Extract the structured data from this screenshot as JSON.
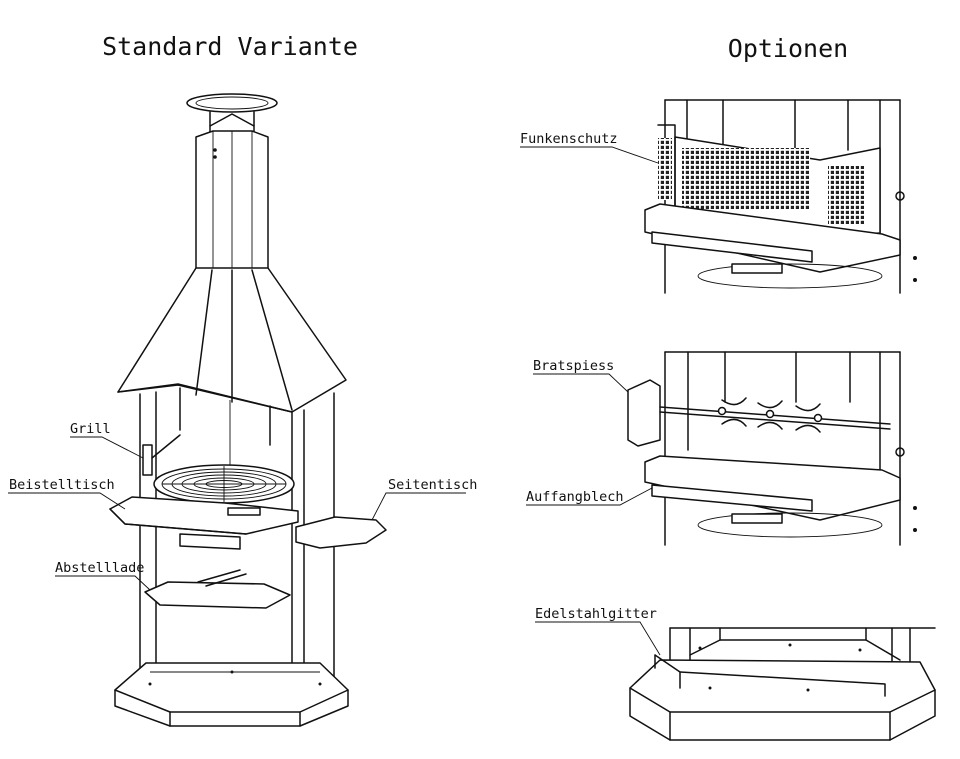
{
  "headings": {
    "standard": "Standard Variante",
    "options": "Optionen"
  },
  "labels": {
    "grill": "Grill",
    "beistelltisch": "Beistelltisch",
    "abstelllade": "Abstelllade",
    "seitentisch": "Seitentisch",
    "funkenschutz": "Funkenschutz",
    "bratspiess": "Bratspiess",
    "auffangblech": "Auffangblech",
    "edelstahlgitter": "Edelstahlgitter"
  },
  "colors": {
    "line": "#111111",
    "background": "#ffffff"
  }
}
